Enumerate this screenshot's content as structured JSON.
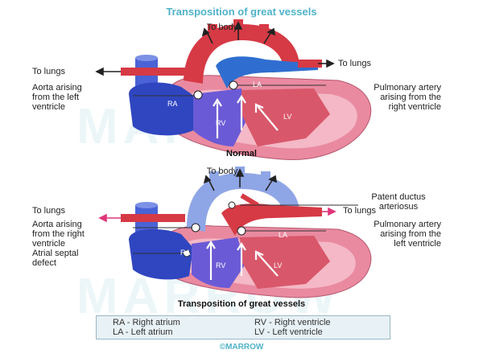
{
  "title": "Transposition of great vessels",
  "watermark": "MARROW",
  "top_figure": {
    "to_body": "To body",
    "to_lungs_left": "To lungs",
    "to_lungs_right": "To lungs",
    "aorta_label": "Aorta arising\nfrom the left\nventricle",
    "pulmonary_label": "Pulmonary artery\narising from the\nright ventricle",
    "ra": "RA",
    "la": "LA",
    "rv": "RV",
    "lv": "LV",
    "caption": "Normal"
  },
  "bottom_figure": {
    "to_body": "To body",
    "to_lungs_left": "To lungs",
    "to_lungs_right": "To lungs",
    "pda_label": "Patent ductus\narteriosus",
    "aorta_label": "Aorta arising\nfrom the right\nventricle",
    "pulmonary_label": "Pulmonary artery\narising from the\nleft ventricle",
    "asd_label": "Atrial septal\ndefect",
    "ra": "RA",
    "la": "LA",
    "rv": "RV",
    "lv": "LV",
    "caption": "Transposition of great vessels"
  },
  "legend": {
    "ra": "RA - Right atrium",
    "la": "LA - Left atrium",
    "rv": "RV - Right ventricle",
    "lv": "LV - Left ventricle"
  },
  "footer": "©MARROW",
  "colors": {
    "title": "#4fb3c9",
    "oxygenated": "#d63a45",
    "deoxygenated": "#3a55c8",
    "heart_outer": "#e98aa0",
    "heart_inner": "#f4b8c6"
  }
}
